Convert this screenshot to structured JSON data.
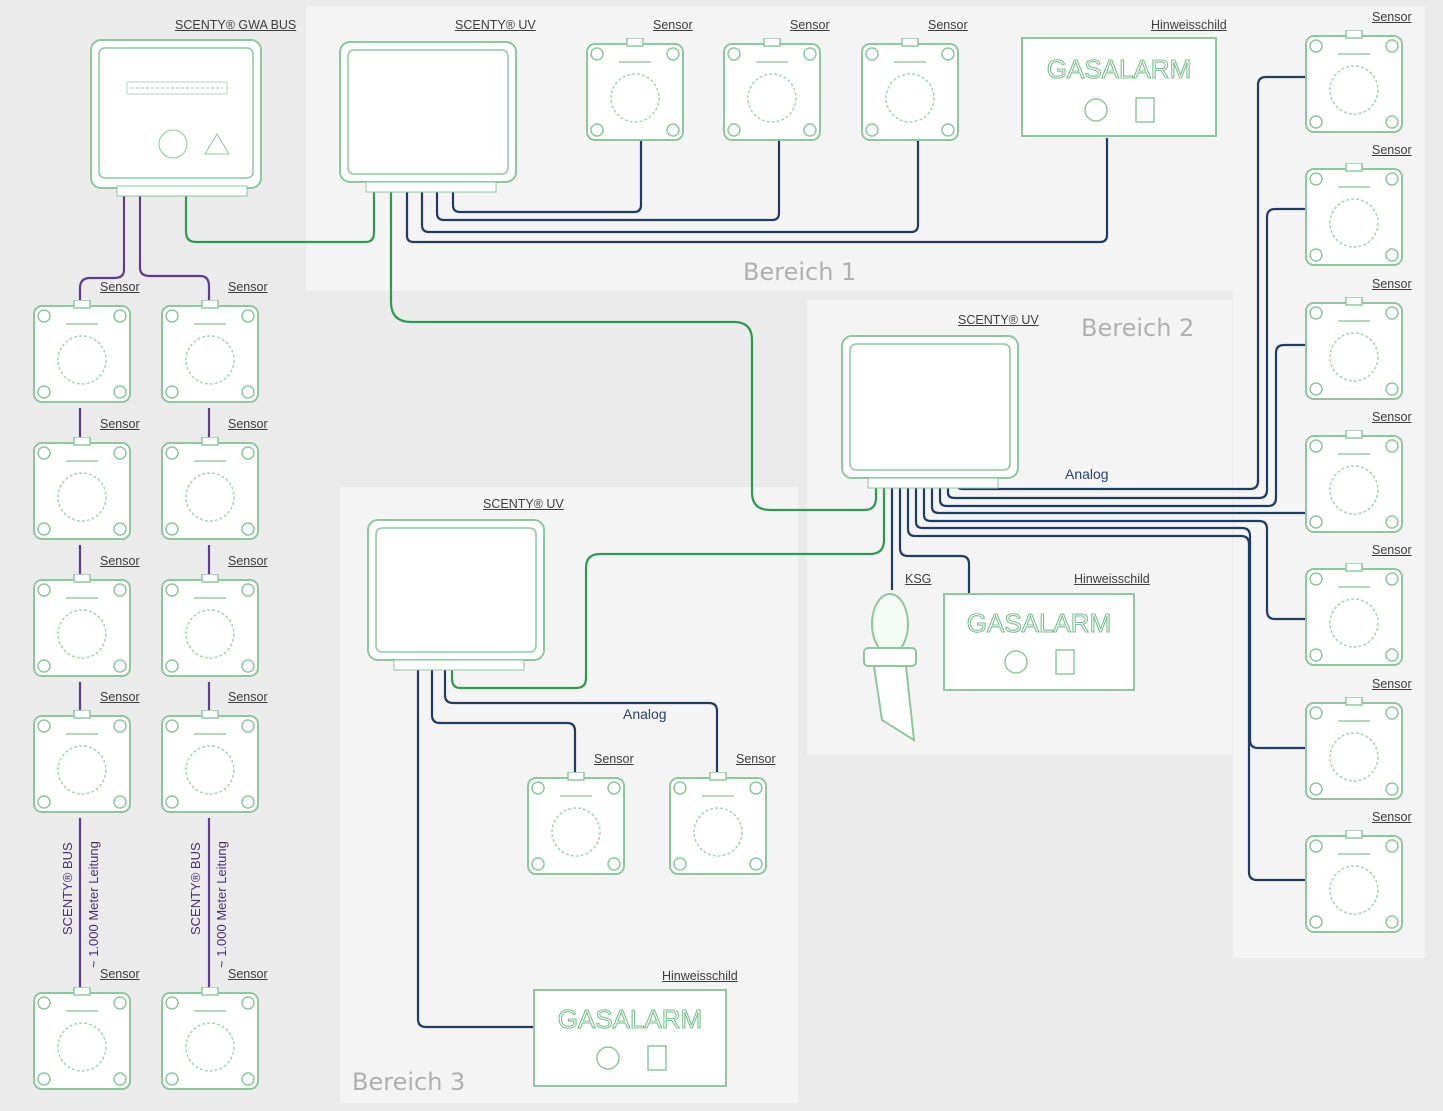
{
  "areas": {
    "b1": "Bereich 1",
    "b2": "Bereich 2",
    "b3": "Bereich 3"
  },
  "labels": {
    "gwa": "SCENTY® GWA BUS",
    "uv": "SCENTY® UV",
    "sensor": "Sensor",
    "sign": "Hinweisschild",
    "ksg": "KSG",
    "analog": "Analog",
    "bus": "SCENTY® BUS",
    "cable": "~ 1.000 Meter Leitung",
    "gasalarm": "GASALARM"
  },
  "colors": {
    "green": "#2e9a4e",
    "navy": "#1f3c63",
    "purple": "#5e3d8e",
    "device_outline": "#8ec79d"
  }
}
